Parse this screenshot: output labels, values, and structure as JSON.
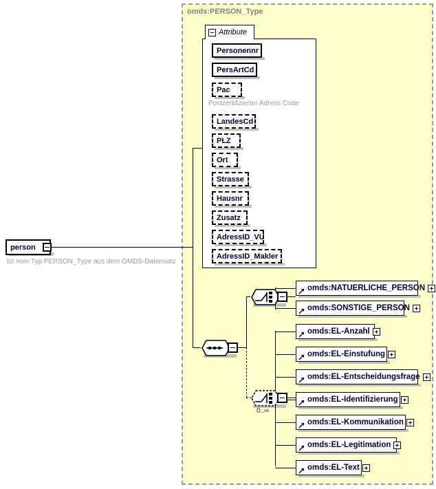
{
  "diagram": {
    "kind": "xsd-schema-diagram",
    "background": "#ffffff",
    "type_container": {
      "title": "omds:PERSON_Type",
      "fill": "#ffffcc",
      "border": "#999999"
    },
    "attribute_panel": {
      "tab_label": "Attribute",
      "collapse_icon": "minus-icon"
    }
  },
  "root_element": {
    "label": "person",
    "collapse_icon": "minus-icon",
    "annotation": "Ist vom Typ PERSON_Type aus dem OMDS-Datensatz"
  },
  "attributes": [
    {
      "name": "Personennr",
      "optional": false,
      "annotation": ""
    },
    {
      "name": "PersArtCd",
      "optional": false,
      "annotation": ""
    },
    {
      "name": "Pac",
      "optional": true,
      "annotation": "Postzertifizierter Adress Code"
    },
    {
      "name": "LandesCd",
      "optional": true,
      "annotation": ""
    },
    {
      "name": "PLZ",
      "optional": true,
      "annotation": ""
    },
    {
      "name": "Ort",
      "optional": true,
      "annotation": ""
    },
    {
      "name": "Strasse",
      "optional": true,
      "annotation": ""
    },
    {
      "name": "Hausnr",
      "optional": true,
      "annotation": ""
    },
    {
      "name": "Zusatz",
      "optional": true,
      "annotation": ""
    },
    {
      "name": "AdressID_VU",
      "optional": true,
      "annotation": ""
    },
    {
      "name": "AdressID_Makler",
      "optional": true,
      "annotation": ""
    }
  ],
  "compositors": {
    "sequence": {
      "type": "sequence",
      "icon": "sequence-icon",
      "optional": false,
      "cardinality": ""
    },
    "choice_person": {
      "type": "choice",
      "icon": "choice-icon",
      "optional": false,
      "cardinality": ""
    },
    "choice_el": {
      "type": "choice",
      "icon": "choice-icon",
      "optional": true,
      "cardinality": "0..∞"
    }
  },
  "choice_person_items": [
    {
      "name": "omds:NATUERLICHE_PERSON",
      "expand_icon": "plus-icon"
    },
    {
      "name": "omds:SONSTIGE_PERSON",
      "expand_icon": "plus-icon"
    }
  ],
  "choice_el_items": [
    {
      "name": "omds:EL-Anzahl",
      "expand_icon": "plus-icon"
    },
    {
      "name": "omds:EL-Einstufung",
      "expand_icon": "plus-icon"
    },
    {
      "name": "omds:EL-Entscheidungsfrage",
      "expand_icon": "plus-icon"
    },
    {
      "name": "omds:EL-Identifizierung",
      "expand_icon": "plus-icon"
    },
    {
      "name": "omds:EL-Kommunikation",
      "expand_icon": "plus-icon"
    },
    {
      "name": "omds:EL-Legitimation",
      "expand_icon": "plus-icon"
    },
    {
      "name": "omds:EL-Text",
      "expand_icon": "plus-icon"
    }
  ],
  "colors": {
    "type_fill": "#ffffcc",
    "type_border": "#999999",
    "box_fill": "#ffffff",
    "box_border": "#000000",
    "text": "#000033",
    "annotation_text": "#999999",
    "shadow": "#c0c0c0"
  }
}
